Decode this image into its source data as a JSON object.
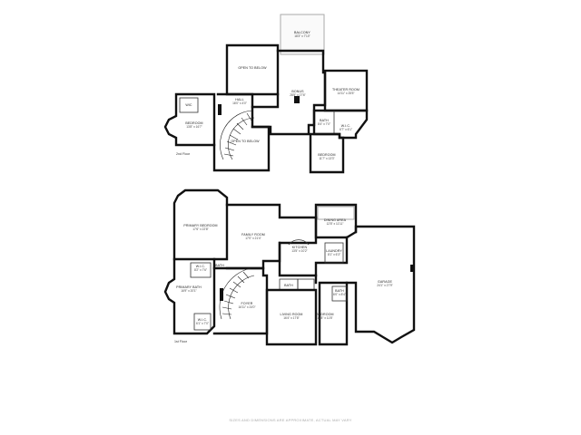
{
  "floors": {
    "upper": {
      "label": "2nd Floor"
    },
    "lower": {
      "label": "1st Floor"
    }
  },
  "rooms_upper": {
    "balcony": {
      "name": "BALCONY",
      "dim": "18'3\" x 7'10\""
    },
    "open_below_1": {
      "name": "OPEN TO BELOW",
      "dim": ""
    },
    "bonus": {
      "name": "BONUS",
      "dim": "28'5\" x 27'6\""
    },
    "theater_room": {
      "name": "THEATER ROOM",
      "dim": "14'11\" x 25'5\""
    },
    "wic_upper": {
      "name": "WIC",
      "dim": ""
    },
    "hall": {
      "name": "HALL",
      "dim": "16'0\" x 4'0\""
    },
    "bedroom_left": {
      "name": "BEDROOM",
      "dim": "13'8\" x 16'7\""
    },
    "open_below_2": {
      "name": "OPEN TO BELOW",
      "dim": ""
    },
    "bath_upper": {
      "name": "BATH",
      "dim": "8'4\" x 7'0\""
    },
    "wic_right": {
      "name": "W.I.C.",
      "dim": "6'7\" x 6'1\""
    },
    "bedroom_right": {
      "name": "BEDROOM",
      "dim": "11'7\" x 13'3\""
    }
  },
  "rooms_lower": {
    "primary_bedroom": {
      "name": "PRIMARY BEDROOM",
      "dim": "17'6\" x 22'8\""
    },
    "family_room": {
      "name": "FAMILY ROOM",
      "dim": "17'0\" x 21'4\""
    },
    "dining_area": {
      "name": "DINING AREA",
      "dim": "12'8\" x 11'11\""
    },
    "kitchen": {
      "name": "KITCHEN",
      "dim": "13'5\" x 10'2\""
    },
    "laundry": {
      "name": "LAUNDRY",
      "dim": "8'1\" x 6'3\""
    },
    "wic_lower": {
      "name": "W.I.C.",
      "dim": "8'2\" x 7'6\""
    },
    "bath_lower": {
      "name": "BATH",
      "dim": ""
    },
    "garage": {
      "name": "GARAGE",
      "dim": "24'1\" x 27'9\""
    },
    "primary_bath": {
      "name": "PRIMARY BATH",
      "dim": "16'9\" x 20'1\""
    },
    "foyer": {
      "name": "FOYER",
      "dim": "16'11\" x 24'0\""
    },
    "wic_small": {
      "name": "W.I.C.",
      "dim": "6'1\" x 7'0\""
    },
    "bath_mid": {
      "name": "BATH",
      "dim": ""
    },
    "living_room": {
      "name": "LIVING ROOM",
      "dim": "16'4\" x 17'8\""
    },
    "bedroom_lower": {
      "name": "BEDROOM",
      "dim": "13'8\" x 11'8\""
    },
    "bath_right": {
      "name": "BATH",
      "dim": "6'0\" x 8'4\""
    }
  },
  "disclaimer": "SIZES AND DIMENSIONS ARE APPROXIMATE, ACTUAL MAY VARY"
}
